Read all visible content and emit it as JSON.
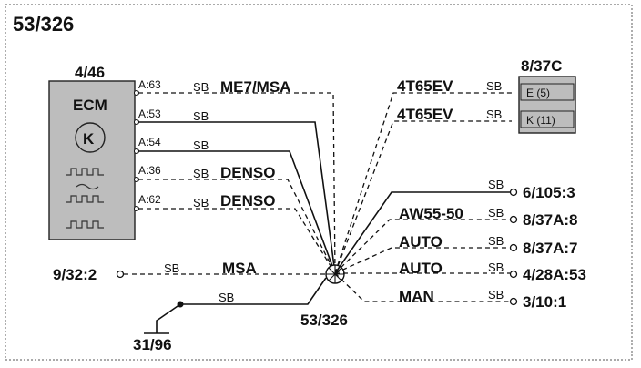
{
  "diagram_title": "53/326",
  "ecm": {
    "ref": "4/46",
    "name": "ECM",
    "symbol": "K"
  },
  "module": {
    "ref": "8/37C",
    "pins": [
      "E (5)",
      "K (11)"
    ]
  },
  "splice": "53/326",
  "ground": "31/96",
  "left_connector": "9/32:2",
  "pins": [
    "A:63",
    "A:53",
    "A:54",
    "A:36",
    "A:62"
  ],
  "wire_color": "SB",
  "wires_left": [
    "ME7/MSA",
    "",
    "",
    "DENSO",
    "DENSO"
  ],
  "msa_label": "MSA",
  "wires_module": [
    "4T65EV",
    "4T65EV"
  ],
  "right_labels": [
    "",
    "AW55-50",
    "AUTO",
    "AUTO",
    "MAN"
  ],
  "right_terminals": [
    "6/105:3",
    "8/37A:8",
    "8/37A:7",
    "4/28A:53",
    "3/10:1"
  ]
}
